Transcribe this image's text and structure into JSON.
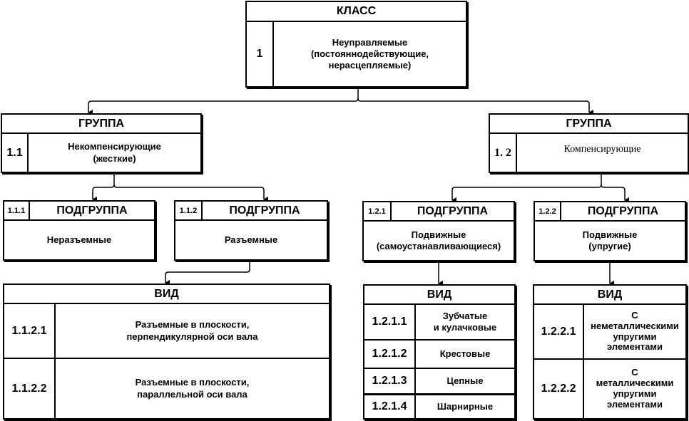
{
  "klass": {
    "header": "КЛАСС",
    "number": "1",
    "text": "Неуправляемые\n(постояннодействующие,\nнерасцепляемые)"
  },
  "groups": [
    {
      "header": "ГРУППА",
      "number": "1.1",
      "text": "Некомпенсирующие\n(жесткие)"
    },
    {
      "header": "ГРУППА",
      "number": "1. 2",
      "text": "Компенсирующие"
    }
  ],
  "subgroups": [
    {
      "number": "1.1.1",
      "header": "ПОДГРУППА",
      "text": "Неразъемные"
    },
    {
      "number": "1.1.2",
      "header": "ПОДГРУППА",
      "text": "Разъемные"
    },
    {
      "number": "1.2.1",
      "header": "ПОДГРУППА",
      "text": "Подвижные\n(самоустанавливающиеся)"
    },
    {
      "number": "1.2.2",
      "header": "ПОДГРУППА",
      "text": "Подвижные\n(упругие)"
    }
  ],
  "views": [
    {
      "header": "ВИД",
      "rows": [
        {
          "number": "1.1.2.1",
          "text": "Разъемные в плоскости,\nперпендикулярной оси вала"
        },
        {
          "number": "1.1.2.2",
          "text": "Разъемные в плоскости,\nпараллельной оси вала"
        }
      ]
    },
    {
      "header": "ВИД",
      "rows": [
        {
          "number": "1.2.1.1",
          "text": "Зубчатые\nи кулачковые"
        },
        {
          "number": "1.2.1.2",
          "text": "Крестовые"
        },
        {
          "number": "1.2.1.3",
          "text": "Цепные"
        },
        {
          "number": "1.2.1.4",
          "text": "Шарнирные"
        }
      ]
    },
    {
      "header": "ВИД",
      "rows": [
        {
          "number": "1.2.2.1",
          "text": "С\nнеметаллическими\nупругими\nэлементами"
        },
        {
          "number": "1.2.2.2",
          "text": "С\nметаллическими\nупругими\nэлементами"
        }
      ]
    }
  ]
}
